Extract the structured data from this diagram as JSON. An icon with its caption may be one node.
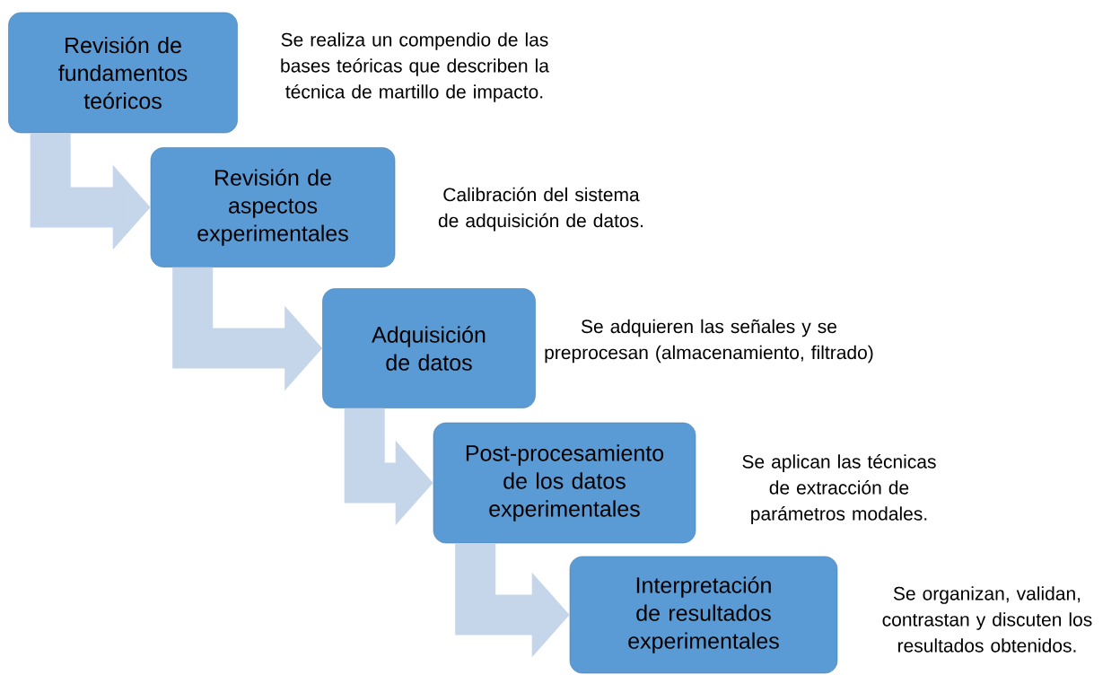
{
  "diagram": {
    "nodes": [
      {
        "text": [
          "Revisión de fundamentos teóricos"
        ],
        "beside": [
          "Se realiza un compendio de las bases teóricas que describen la técnica de martillo de impacto."
        ]
      },
      {
        "text": [
          "Revisión de aspectos experimentales"
        ],
        "beside": [
          "Calibración del sistema de adquisición de datos."
        ]
      },
      {
        "text": [
          "Adquisición de datos"
        ],
        "beside": [
          "Se adquieren las señales y se preprocesan (almacenamiento, filtrado)"
        ]
      },
      {
        "text": [
          "Post-procesamiento de los datos experimentales"
        ],
        "beside": [
          "Se aplican las técnicas de extracción de parámetros modales."
        ]
      },
      {
        "text": [
          "Interpretación de resultados experimentales"
        ],
        "beside": [
          "Se organizan, validan, contrastan y discuten los resultados obtenidos."
        ]
      }
    ],
    "edges": [
      {
        "from": 0,
        "to": 1,
        "arrow": "to"
      },
      {
        "from": 1,
        "to": 2,
        "arrow": "to"
      },
      {
        "from": 2,
        "to": 3,
        "arrow": "to"
      },
      {
        "from": 3,
        "to": 4,
        "arrow": "to"
      }
    ]
  }
}
